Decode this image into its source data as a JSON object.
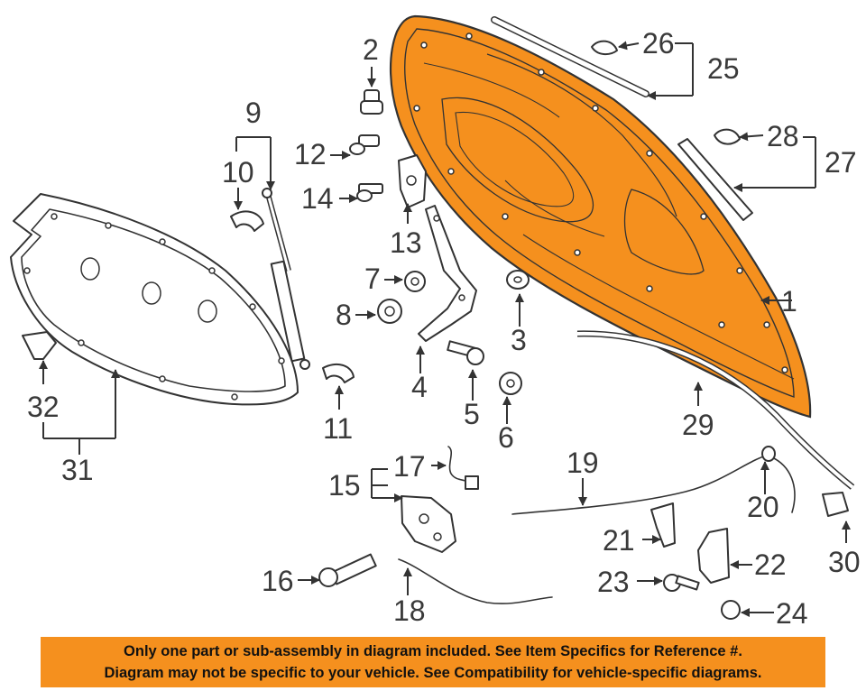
{
  "callouts": [
    {
      "id": "c1",
      "label": "1"
    },
    {
      "id": "c2",
      "label": "2"
    },
    {
      "id": "c3",
      "label": "3"
    },
    {
      "id": "c4",
      "label": "4"
    },
    {
      "id": "c5",
      "label": "5"
    },
    {
      "id": "c6",
      "label": "6"
    },
    {
      "id": "c7",
      "label": "7"
    },
    {
      "id": "c8",
      "label": "8"
    },
    {
      "id": "c9",
      "label": "9"
    },
    {
      "id": "c10",
      "label": "10"
    },
    {
      "id": "c11",
      "label": "11"
    },
    {
      "id": "c12",
      "label": "12"
    },
    {
      "id": "c13",
      "label": "13"
    },
    {
      "id": "c14",
      "label": "14"
    },
    {
      "id": "c15",
      "label": "15"
    },
    {
      "id": "c16",
      "label": "16"
    },
    {
      "id": "c17",
      "label": "17"
    },
    {
      "id": "c18",
      "label": "18"
    },
    {
      "id": "c19",
      "label": "19"
    },
    {
      "id": "c20",
      "label": "20"
    },
    {
      "id": "c21",
      "label": "21"
    },
    {
      "id": "c22",
      "label": "22"
    },
    {
      "id": "c23",
      "label": "23"
    },
    {
      "id": "c24",
      "label": "24"
    },
    {
      "id": "c25",
      "label": "25"
    },
    {
      "id": "c26",
      "label": "26"
    },
    {
      "id": "c27",
      "label": "27"
    },
    {
      "id": "c28",
      "label": "28"
    },
    {
      "id": "c29",
      "label": "29"
    },
    {
      "id": "c30",
      "label": "30"
    },
    {
      "id": "c31",
      "label": "31"
    },
    {
      "id": "c32",
      "label": "32"
    }
  ],
  "colors": {
    "highlight": "#f5901e",
    "line": "#333333",
    "label": "#3a3a3a"
  },
  "disclaimer": {
    "line1": "Only one part or sub-assembly in diagram included. See Item Specifics for Reference #.",
    "line2": "Diagram may not be specific to your vehicle. See Compatibility for vehicle-specific diagrams."
  }
}
